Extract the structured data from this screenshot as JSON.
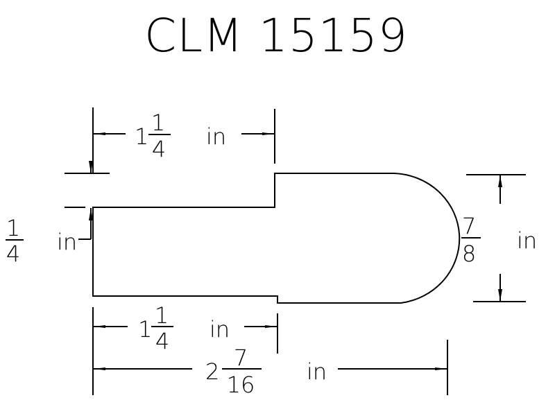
{
  "title": "CLM 15159",
  "colors": {
    "line": "#000000",
    "background": "#ffffff"
  },
  "dimensions": {
    "top_width": {
      "whole": "1",
      "numerator": "1",
      "denominator": "4",
      "unit": "in"
    },
    "left_step_height": {
      "whole": "",
      "numerator": "1",
      "denominator": "4",
      "unit": "in"
    },
    "right_height": {
      "whole": "",
      "numerator": "7",
      "denominator": "8",
      "unit": "in"
    },
    "bottom_step_width": {
      "whole": "1",
      "numerator": "1",
      "denominator": "4",
      "unit": "in"
    },
    "overall_width": {
      "whole": "2",
      "numerator": "7",
      "denominator": "16",
      "unit": "in"
    }
  }
}
